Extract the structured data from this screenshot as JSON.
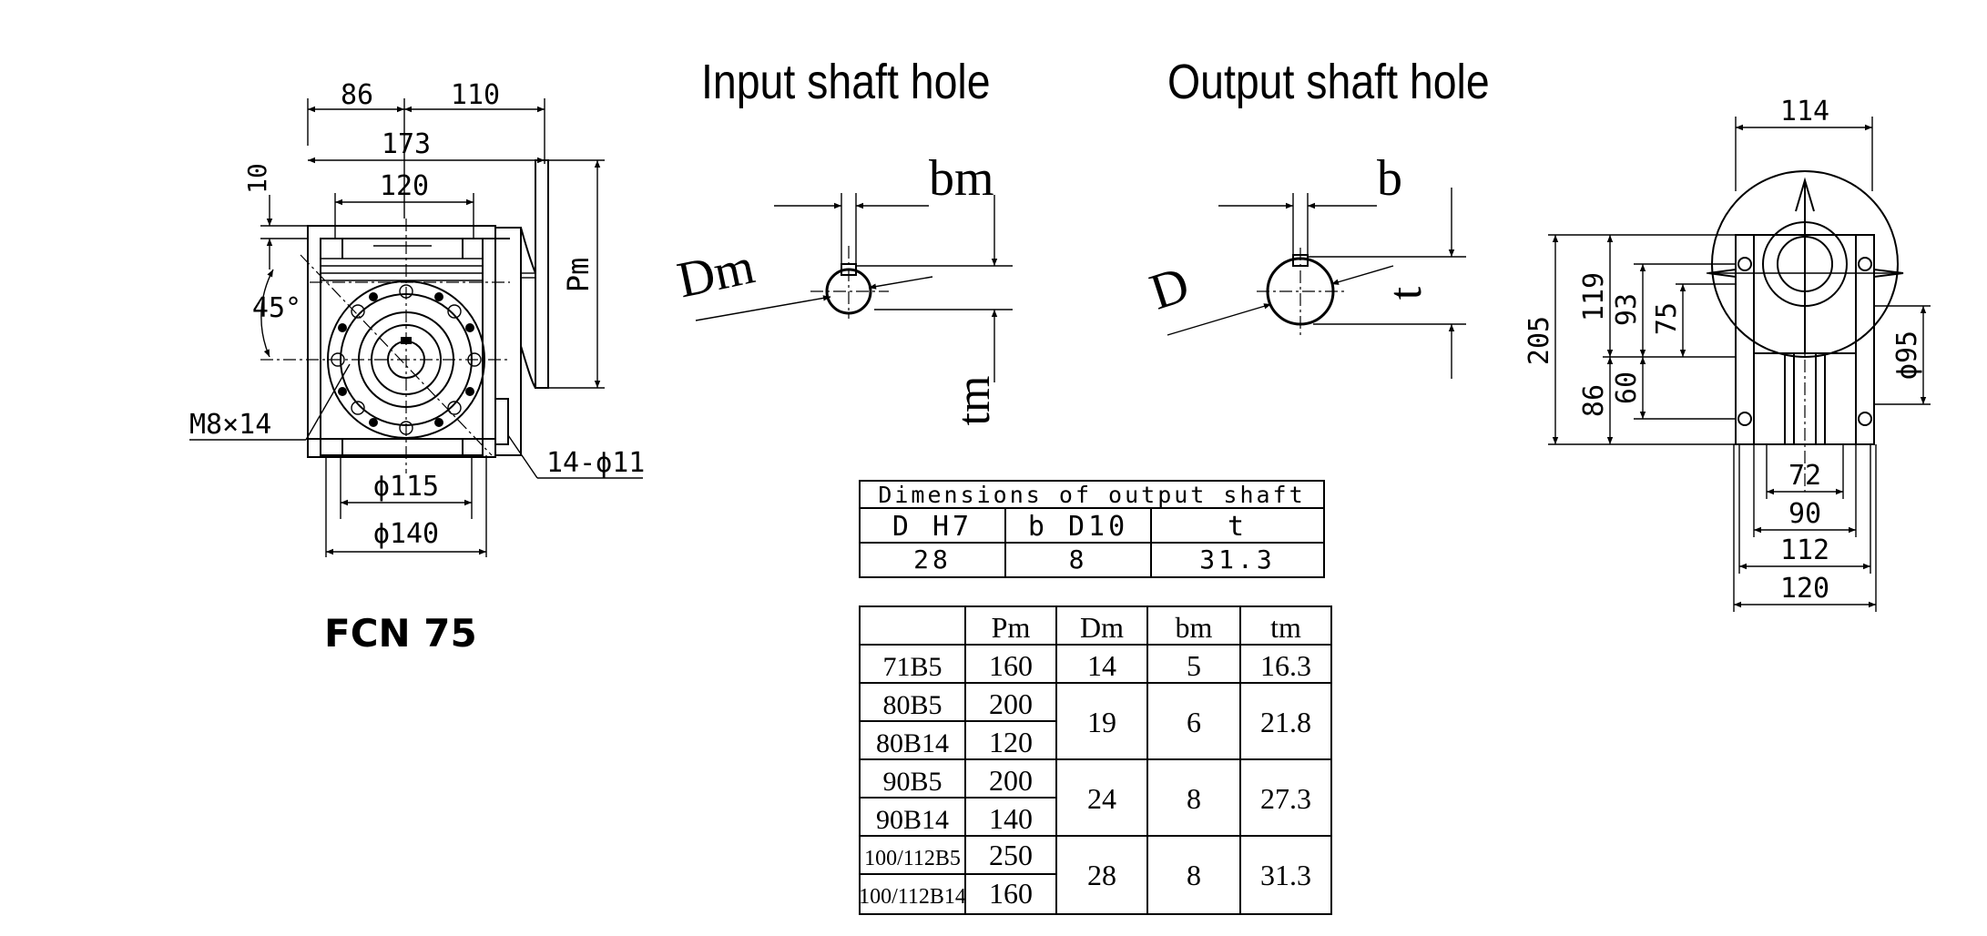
{
  "titles": {
    "input": "Input shaft hole",
    "output": "Output shaft hole",
    "model": "FCN 75"
  },
  "left_view": {
    "dims": {
      "d86": "86",
      "d110": "110",
      "d173": "173",
      "d120": "120",
      "d10": "10",
      "d45": "45°",
      "pm": "Pm",
      "m8": "M8×14",
      "holes": "14-ϕ11",
      "phi115": "ϕ115",
      "phi140": "ϕ140"
    }
  },
  "input_hole": {
    "bm": "bm",
    "dm": "Dm",
    "tm": "tm"
  },
  "output_hole": {
    "b": "b",
    "d": "D",
    "t": "t"
  },
  "output_table": {
    "title": "Dimensions of output shaft",
    "headers": [
      "D H7",
      "b D10",
      "t"
    ],
    "values": [
      "28",
      "8",
      "31.3"
    ]
  },
  "input_table": {
    "headers": [
      "",
      "Pm",
      "Dm",
      "bm",
      "tm"
    ],
    "flanges": [
      {
        "name": "71B5",
        "pm": "160"
      },
      {
        "name": "80B5",
        "pm": "200"
      },
      {
        "name": "80B14",
        "pm": "120"
      },
      {
        "name": "90B5",
        "pm": "200"
      },
      {
        "name": "90B14",
        "pm": "140"
      },
      {
        "name": "100/112B5",
        "pm": "250"
      },
      {
        "name": "100/112B14",
        "pm": "160"
      }
    ],
    "groups": [
      {
        "dm": "14",
        "bm": "5",
        "tm": "16.3"
      },
      {
        "dm": "19",
        "bm": "6",
        "tm": "21.8"
      },
      {
        "dm": "24",
        "bm": "8",
        "tm": "27.3"
      },
      {
        "dm": "28",
        "bm": "8",
        "tm": "31.3"
      }
    ]
  },
  "right_view": {
    "dims": {
      "d114": "114",
      "d205": "205",
      "d119": "119",
      "d93": "93",
      "d75": "75",
      "d86": "86",
      "d60": "60",
      "phi95": "ϕ95",
      "d72": "72",
      "d90": "90",
      "d112": "112",
      "d120": "120"
    }
  }
}
